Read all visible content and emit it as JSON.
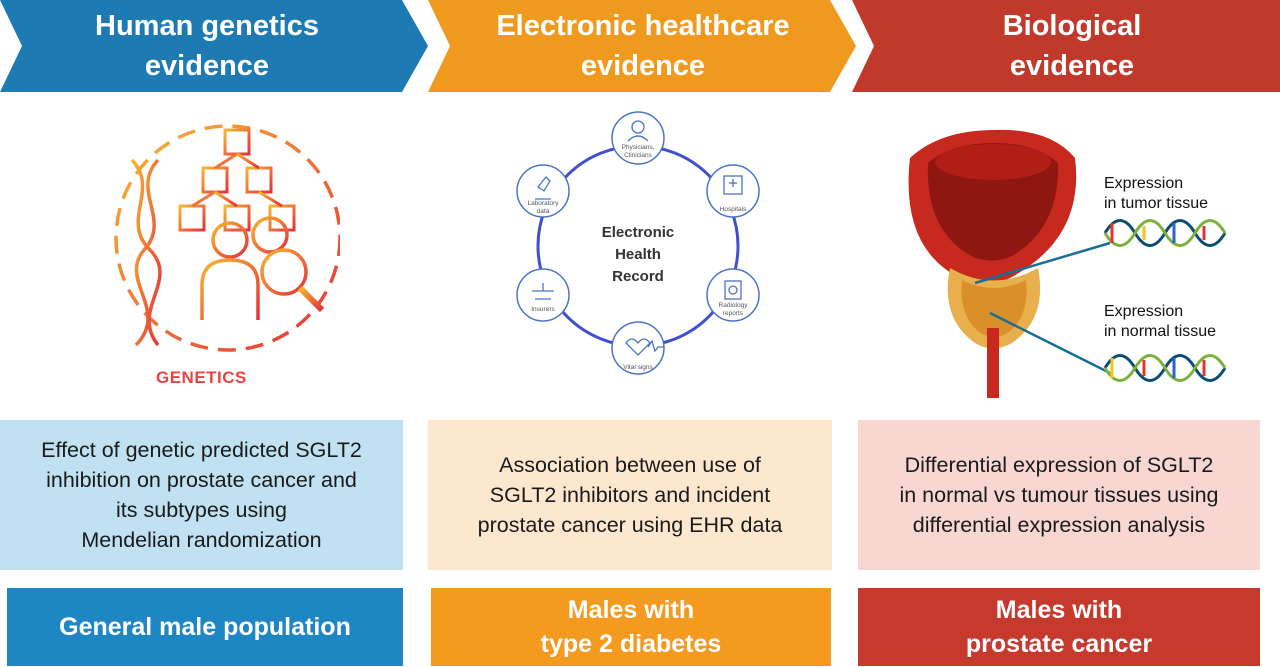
{
  "columns": [
    {
      "title": "Human genetics\nevidence",
      "color": "#1e7ab3",
      "description": "Effect of genetic predicted SGLT2\ninhibition on prostate cancer and\nits subtypes using\nMendelian randomization",
      "description_bg": "#bfe1f1",
      "population": "General male population",
      "population_color": "#1f86c4",
      "icon_label": "GENETICS"
    },
    {
      "title": "Electronic healthcare\nevidence",
      "color": "#ef9a1f",
      "description": "Association between use of\nSGLT2 inhibitors and incident\nprostate cancer using EHR data",
      "description_bg": "#fde8cf",
      "population": "Males with\ntype 2 diabetes",
      "population_color": "#f39a1f",
      "ehr_center": "Electronic\nHealth\nRecord",
      "ehr_nodes": [
        "Physicians,\nClinicians",
        "Hospitals",
        "Radiology\nreports",
        "Vital signs",
        "Insurers",
        "Laboratory\ndata"
      ]
    },
    {
      "title": "Biological\nevidence",
      "color": "#c0392b",
      "description": "Differential expression of SGLT2\nin normal vs tumour tissues using\ndifferential expression analysis",
      "description_bg": "#f8d7d3",
      "population": "Males with\nprostate cancer",
      "population_color": "#c63a2e",
      "expr_tumor": "Expression\nin tumor tissue",
      "expr_normal": "Expression\nin normal tissue"
    }
  ]
}
